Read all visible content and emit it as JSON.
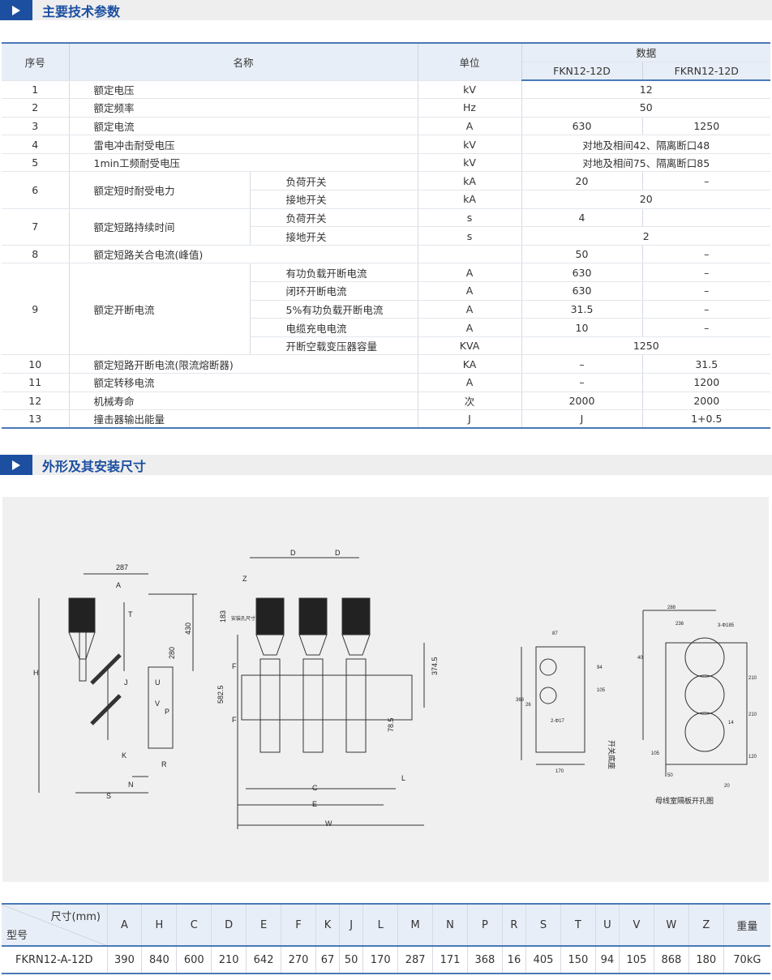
{
  "section1": {
    "title": "主要技术参数"
  },
  "section2": {
    "title": "外形及其安装尺寸"
  },
  "spec": {
    "headers": {
      "no": "序号",
      "name": "名称",
      "unit": "单位",
      "data": "数据",
      "model1": "FKN12-12D",
      "model2": "FKRN12-12D"
    },
    "rows": [
      {
        "no": "1",
        "name": "额定电压",
        "unit": "kV",
        "v": "12"
      },
      {
        "no": "2",
        "name": "额定频率",
        "unit": "Hz",
        "v": "50"
      },
      {
        "no": "3",
        "name": "额定电流",
        "unit": "A",
        "v1": "630",
        "v2": "1250"
      },
      {
        "no": "4",
        "name": "雷电冲击耐受电压",
        "unit": "kV",
        "v": "对地及相间42、隔离断口48"
      },
      {
        "no": "5",
        "name": "1min工频耐受电压",
        "unit": "kV",
        "v": "对地及相间75、隔离断口85"
      },
      {
        "no": "6",
        "name": "额定短时耐受电力",
        "subs": [
          {
            "sub": "负荷开关",
            "unit": "kA",
            "v1": "20",
            "v2": "–"
          },
          {
            "sub": "接地开关",
            "unit": "kA",
            "v": "20"
          }
        ]
      },
      {
        "no": "7",
        "name": "额定短路持续时间",
        "subs": [
          {
            "sub": "负荷开关",
            "unit": "s",
            "v1": "4",
            "v2": ""
          },
          {
            "sub": "接地开关",
            "unit": "s",
            "v": "2"
          }
        ]
      },
      {
        "no": "8",
        "name": "额定短路关合电流(峰值)",
        "unit": "",
        "v1": "50",
        "v2": "–"
      },
      {
        "no": "9",
        "name": "额定开断电流",
        "subs": [
          {
            "sub": "有功负载开断电流",
            "unit": "A",
            "v1": "630",
            "v2": "–"
          },
          {
            "sub": "闭环开断电流",
            "unit": "A",
            "v1": "630",
            "v2": "–"
          },
          {
            "sub": "5%有功负载开断电流",
            "unit": "A",
            "v1": "31.5",
            "v2": "–"
          },
          {
            "sub": "电缆充电电流",
            "unit": "A",
            "v1": "10",
            "v2": "–"
          },
          {
            "sub": "开断空载变压器容量",
            "unit": "KVA",
            "v": "1250"
          }
        ]
      },
      {
        "no": "10",
        "name": "额定短路开断电流(限流熔断器)",
        "unit": "KA",
        "v1": "–",
        "v2": "31.5"
      },
      {
        "no": "11",
        "name": "额定转移电流",
        "unit": "A",
        "v1": "–",
        "v2": "1200"
      },
      {
        "no": "12",
        "name": "机械寿命",
        "unit": "次",
        "v1": "2000",
        "v2": "2000"
      },
      {
        "no": "13",
        "name": "撞击器输出能量",
        "unit": "J",
        "v1": "J",
        "v2": "1+0.5"
      }
    ]
  },
  "drawing": {
    "side": [
      "287",
      "A",
      "T",
      "430",
      "280",
      "H",
      "U",
      "V",
      "P",
      "K",
      "R",
      "N",
      "S",
      "J"
    ],
    "front": [
      "D",
      "D",
      "Z",
      "183",
      "安装孔尺寸",
      "F",
      "F",
      "582.5",
      "374.5",
      "78.5",
      "C",
      "E",
      "L",
      "W"
    ],
    "panel": [
      "87",
      "94",
      "105",
      "368",
      "26",
      "2-Φ17",
      "170"
    ],
    "cutout": [
      "288",
      "236",
      "3-Φ185",
      "40",
      "210",
      "210",
      "14",
      "120",
      "105",
      "50",
      "20",
      "开关底座"
    ],
    "cutout_caption": "母线室隔板开孔图"
  },
  "dims": {
    "corner_top": "尺寸(mm)",
    "corner_bottom": "型号",
    "cols": [
      "A",
      "H",
      "C",
      "D",
      "E",
      "F",
      "K",
      "J",
      "L",
      "M",
      "N",
      "P",
      "R",
      "S",
      "T",
      "U",
      "V",
      "W",
      "Z",
      "重量"
    ],
    "model": "FKRN12-A-12D",
    "values": [
      "390",
      "840",
      "600",
      "210",
      "642",
      "270",
      "67",
      "50",
      "170",
      "287",
      "171",
      "368",
      "16",
      "405",
      "150",
      "94",
      "105",
      "868",
      "180",
      "70kG"
    ]
  }
}
